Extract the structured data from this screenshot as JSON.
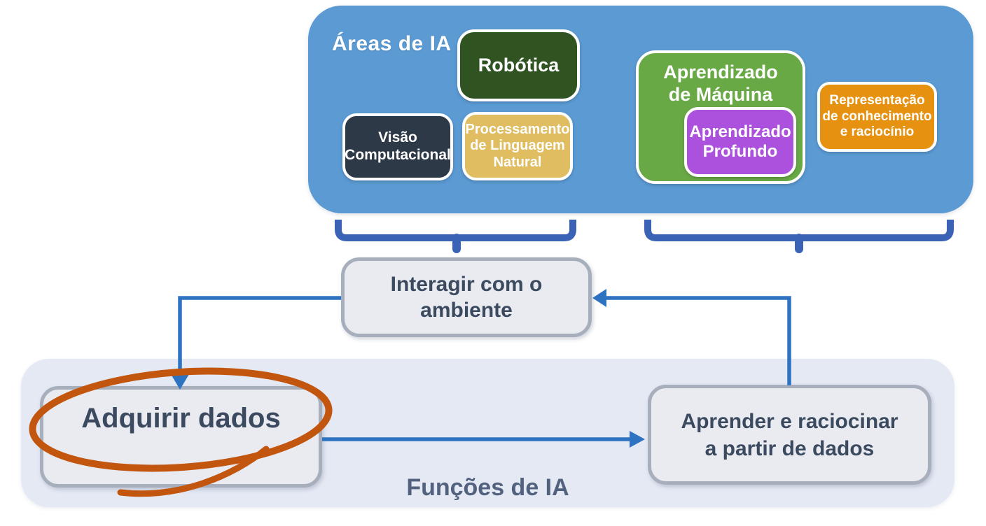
{
  "palette": {
    "panel_blue": "#5b9ad3",
    "bracket_blue": "#3a63b6",
    "arrow_blue": "#2e72c2",
    "flow_box_fill": "#e9ebf1",
    "flow_box_border": "#a8afbc",
    "flow_text": "#3b4a5f",
    "functions_panel_fill": "#e4e9f4",
    "functions_label_color": "#52627e",
    "annotation_orange": "#c2560e",
    "box_border_white": "#ffffff"
  },
  "areas": {
    "title": "Áreas de IA",
    "boxes": {
      "robotica": {
        "label": "Robótica",
        "color": "#2f5321"
      },
      "visao": {
        "label": "Visão\nComputacional",
        "color": "#2e3947"
      },
      "pln": {
        "label": "Processamento\nde Linguagem\nNatural",
        "color": "#e0bd60"
      },
      "ml": {
        "label": "Aprendizado\nde Máquina",
        "color": "#68a945"
      },
      "dl": {
        "label": "Aprendizado\nProfundo",
        "color": "#ab51dd"
      },
      "rkr": {
        "label": "Representação\nde conhecimento\ne raciocínio",
        "color": "#e69110"
      }
    }
  },
  "functions": {
    "label": "Funções de IA",
    "interact": "Interagir com o\nambiente",
    "acquire": "Adquirir dados",
    "learn": "Aprender e raciocinar\na partir de dados"
  },
  "annotation": {
    "type": "hand-drawn-ellipse",
    "target": "Adquirir dados",
    "color": "#c2560e"
  }
}
